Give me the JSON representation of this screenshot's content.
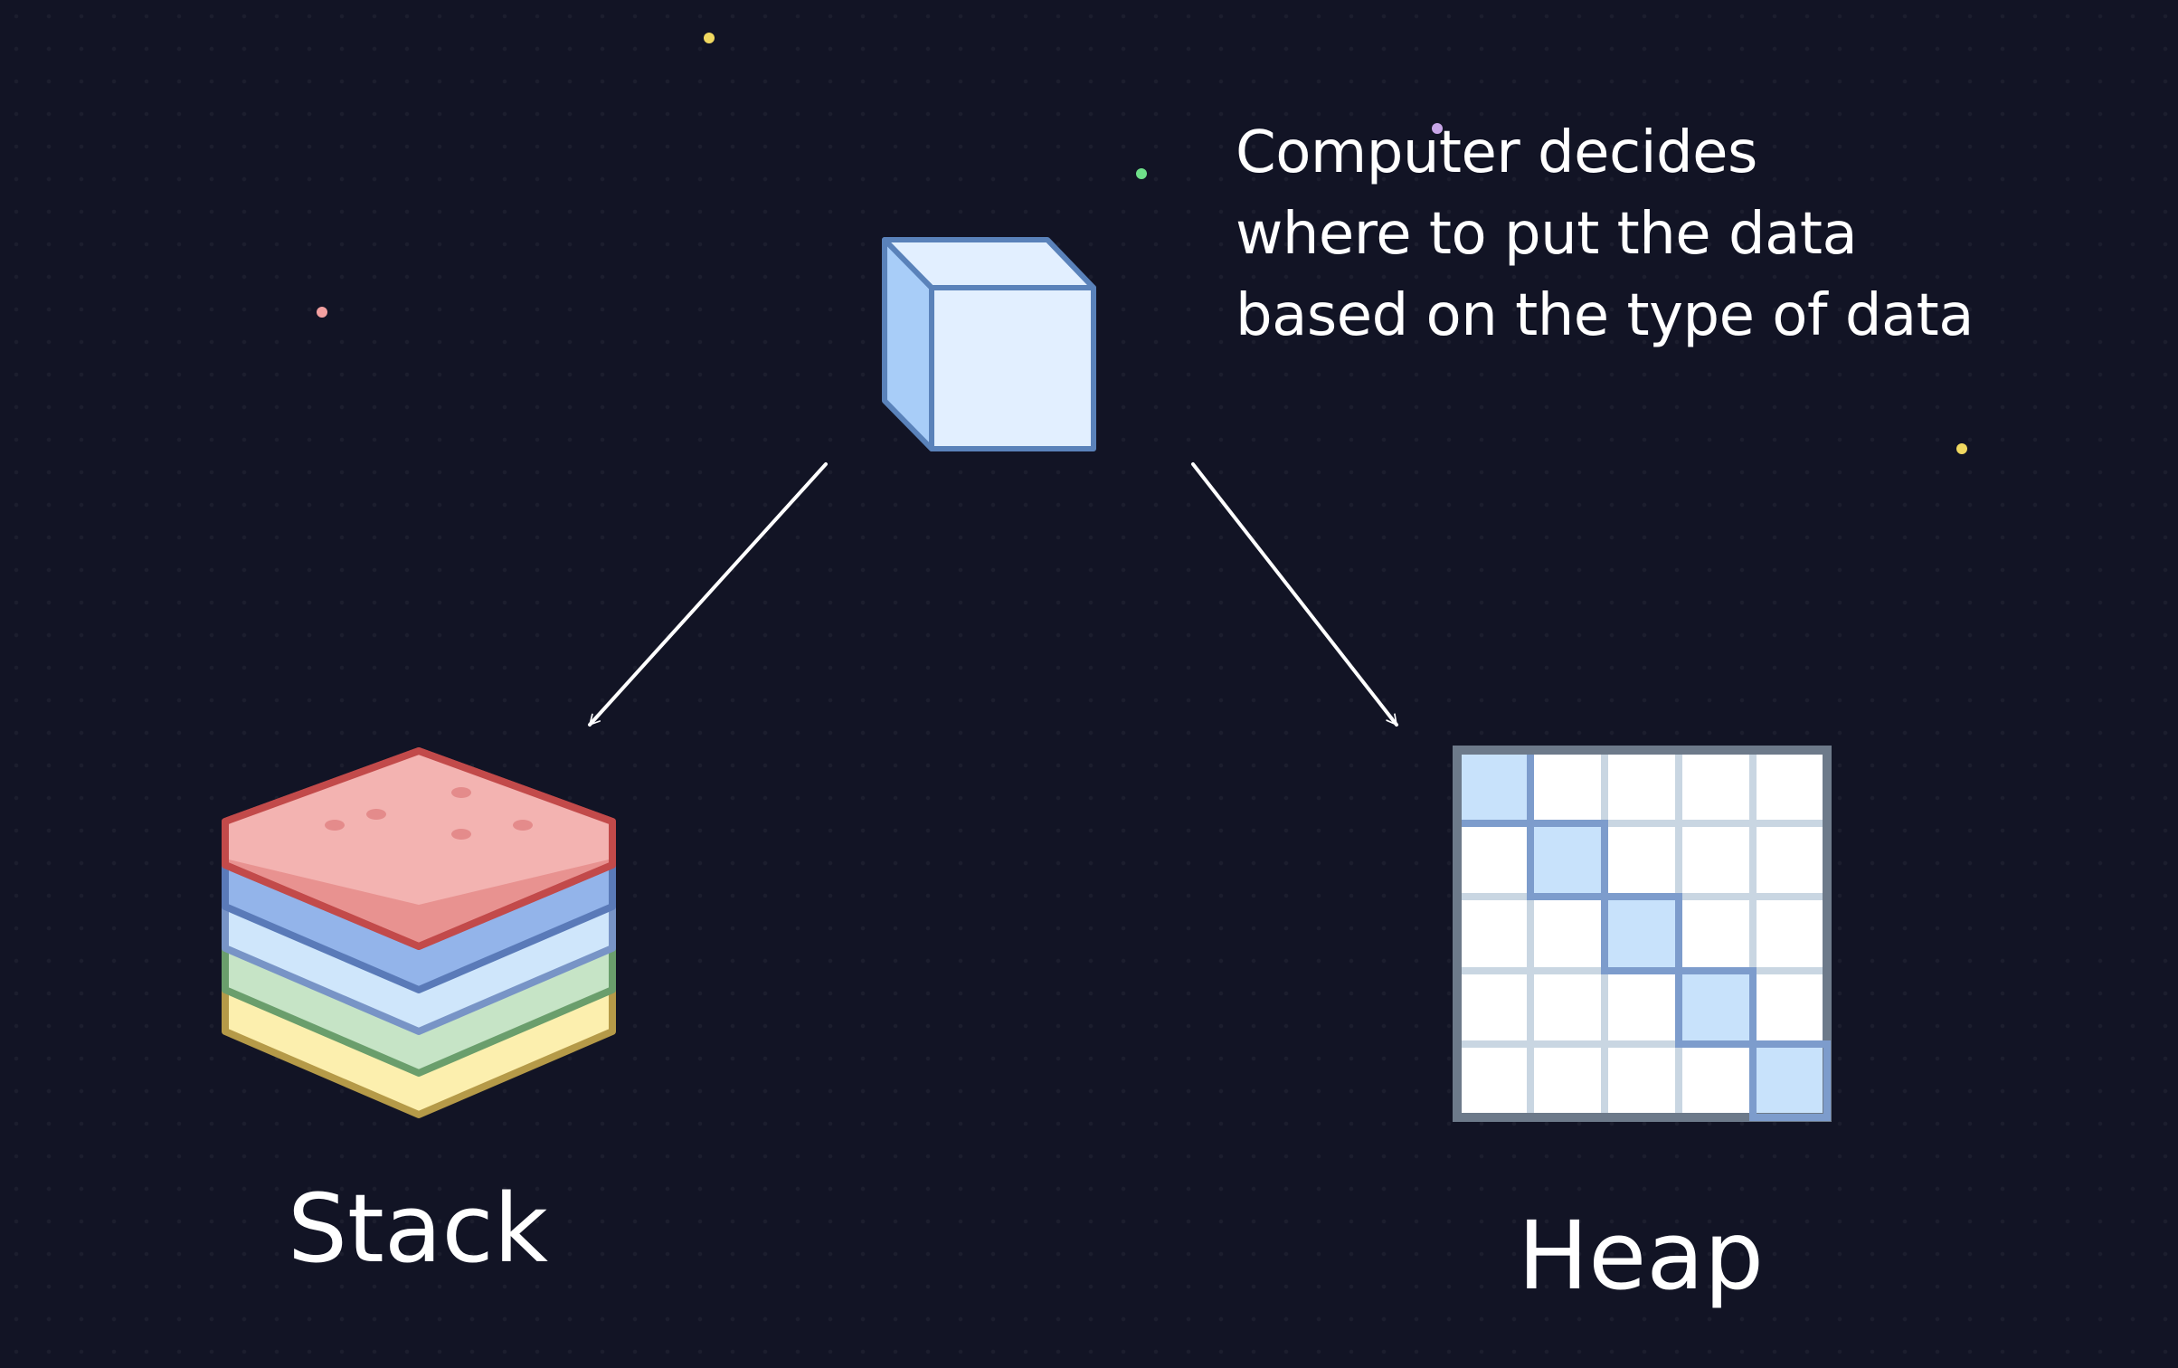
{
  "caption": {
    "lines": [
      "Computer decides",
      "where to put the data",
      "based on the type of data"
    ]
  },
  "labels": {
    "stack": "Stack",
    "heap": "Heap"
  },
  "icons": {
    "data": "cube-icon",
    "stack": "layered-stack-icon",
    "heap": "grid-heap-icon"
  },
  "colors": {
    "background": "#121425",
    "text": "#ffffff",
    "arrow": "#ffffff",
    "cube_front": "#e2efff",
    "cube_side": "#a8cdf8",
    "cube_outline": "#5a82ba",
    "stack_red": "#f3b3b1",
    "stack_red_side": "#e89290",
    "stack_red_outline": "#c24a4a",
    "stack_blue": "#93b4ea",
    "stack_light_blue": "#cfe6fb",
    "stack_green": "#c6e4c6",
    "stack_yellow": "#fcefae",
    "heap_highlight": "#c8e2fb",
    "heap_cell": "#ffffff",
    "heap_grid": "#c9d6e2",
    "heap_frame": "#6d7a8a",
    "heap_path": "#7d9ccc",
    "sparkle_yellow": "#f0d860",
    "sparkle_green": "#6fe08a",
    "sparkle_pink": "#f3a0a0",
    "sparkle_purple": "#c8a6e8"
  }
}
